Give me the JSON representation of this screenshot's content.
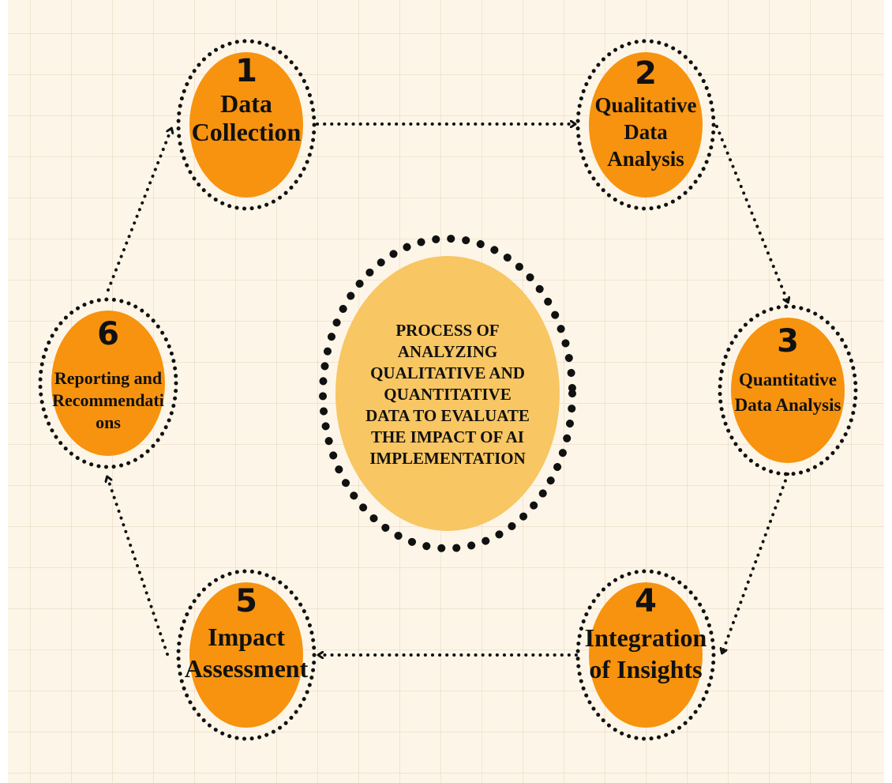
{
  "center": {
    "lines": [
      "PROCESS OF",
      "ANALYZING",
      "QUALITATIVE AND",
      "QUANTITATIVE",
      "DATA TO EVALUATE",
      "THE IMPACT OF AI",
      "IMPLEMENTATION"
    ]
  },
  "steps": [
    {
      "number": "1",
      "lines": [
        "Data",
        "Collection"
      ]
    },
    {
      "number": "2",
      "lines": [
        "Qualitative",
        "Data",
        "Analysis"
      ]
    },
    {
      "number": "3",
      "lines": [
        "Quantitative",
        "Data Analysis"
      ]
    },
    {
      "number": "4",
      "lines": [
        "Integration",
        "of Insights"
      ]
    },
    {
      "number": "5",
      "lines": [
        "Impact",
        "Assessment"
      ]
    },
    {
      "number": "6",
      "lines": [
        "Reporting and",
        "Recommendati",
        "ons"
      ]
    }
  ],
  "colors": {
    "step_fill": "#f7930e",
    "center_fill": "#f8c663",
    "dots": "#111111",
    "background": "#fdf6e8"
  }
}
